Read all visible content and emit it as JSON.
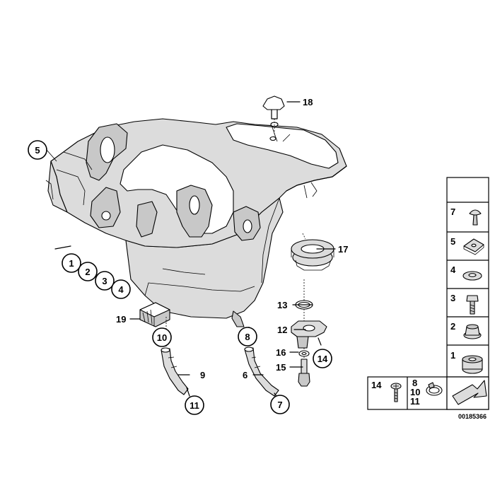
{
  "diagram": {
    "reference_code": "00185366",
    "callouts": {
      "c1": "1",
      "c2": "2",
      "c3": "3",
      "c4": "4",
      "c5": "5",
      "c7": "7",
      "c8": "8",
      "c10": "10",
      "c11": "11",
      "c14": "14"
    },
    "labels": {
      "l6": "6",
      "l9": "9",
      "l12": "12",
      "l13": "13",
      "l15": "15",
      "l16": "16",
      "l17": "17",
      "l18": "18",
      "l19": "19"
    },
    "legend": {
      "cell7": "7",
      "cell5": "5",
      "cell4": "4",
      "cell3": "3",
      "cell2": "2",
      "cell1": "1",
      "bottom_14": "14",
      "bottom_8": "8",
      "bottom_10": "10",
      "bottom_11": "11"
    }
  }
}
